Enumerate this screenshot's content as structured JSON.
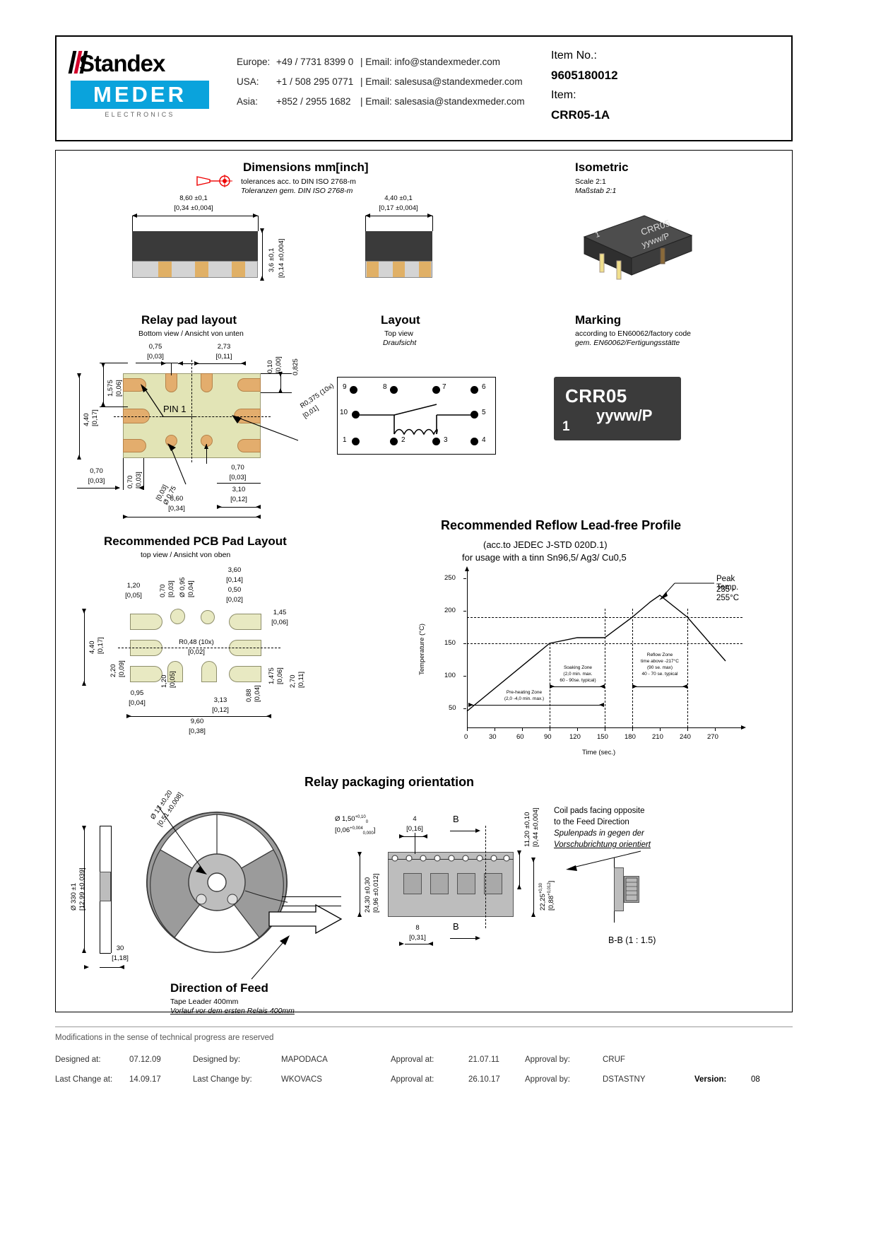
{
  "header": {
    "logo": {
      "brand_top": "Standex",
      "brand_bottom": "MEDER",
      "brand_sub": "ELECTRONICS"
    },
    "contacts": [
      {
        "region": "Europe:",
        "phone": "+49 / 7731 8399 0",
        "email": "| Email: info@standexmeder.com"
      },
      {
        "region": "USA:",
        "phone": "+1 / 508 295 0771",
        "email": "| Email: salesusa@standexmeder.com"
      },
      {
        "region": "Asia:",
        "phone": "+852 / 2955 1682",
        "email": "| Email: salesasia@standexmeder.com"
      }
    ],
    "item_no_label": "Item No.:",
    "item_no_value": "9605180012",
    "item_label": "Item:",
    "item_value": "CRR05-1A"
  },
  "dimensions": {
    "title": "Dimensions mm[inch]",
    "tolerance_en": "tolerances acc. to DIN ISO 2768-m",
    "tolerance_de": "Toleranzen gem. DIN ISO 2768-m",
    "side_view": {
      "width_mm": "8,60 ±0,1",
      "width_in": "[0,34 ±0,004]",
      "height_mm": "3,6 ±0,1",
      "height_in": "[0,14 ±0,004]"
    },
    "front_view": {
      "width_mm": "4,40 ±0,1",
      "width_in": "[0,17 ±0,004]"
    }
  },
  "isometric": {
    "title": "Isometric",
    "scale_en": "Scale 2:1",
    "scale_de": "Maßstab 2:1",
    "part_label_1": "CRR05",
    "part_label_2": "yyww/P",
    "part_label_3": "1"
  },
  "relay_pad_layout": {
    "title": "Relay pad layout",
    "subtitle": "Bottom view / Ansicht von unten",
    "pin1_label": "PIN 1",
    "dims": [
      {
        "mm": "0,75",
        "in": "[0,03]"
      },
      {
        "mm": "2,73",
        "in": "[0,11]"
      },
      {
        "mm": "0,10",
        "in": "[0,00]"
      },
      {
        "mm": "0,825",
        "in": ""
      },
      {
        "mm": "1,575",
        "in": "[0,06]"
      },
      {
        "mm": "4,40",
        "in": "[0,17]"
      },
      {
        "mm": "0,70",
        "in": "[0,03]"
      },
      {
        "mm": "0,70",
        "in": "[0,03]"
      },
      {
        "mm": "Ø 0,75",
        "in": "[0,03]"
      },
      {
        "mm": "0,70",
        "in": "[0,03]"
      },
      {
        "mm": "3,10",
        "in": "[0,12]"
      },
      {
        "mm": "8,60",
        "in": "[0,34]"
      },
      {
        "mm": "R0,375 (10x)",
        "in": "[0,01]"
      }
    ]
  },
  "layout": {
    "title": "Layout",
    "subtitle_en": "Top view",
    "subtitle_de": "Draufsicht",
    "pins_top": [
      "9",
      "8",
      "7",
      "6"
    ],
    "pins_mid": [
      "10",
      "5"
    ],
    "pins_bottom": [
      "1",
      "2",
      "3",
      "4"
    ]
  },
  "marking": {
    "title": "Marking",
    "sub_en": "according to EN60062/factory code",
    "sub_de": "gem. EN60062/Fertigungsstätte",
    "line1": "CRR05",
    "line2": "yyww/P",
    "line3": "1"
  },
  "pcb_pad_layout": {
    "title": "Recommended PCB Pad Layout",
    "subtitle": "top view / Ansicht von oben",
    "dims": [
      {
        "mm": "1,20",
        "in": "[0,05]"
      },
      {
        "mm": "0,70",
        "in": "[0,03]"
      },
      {
        "mm": "Ø 0,95",
        "in": "[0,04]"
      },
      {
        "mm": "3,60",
        "in": "[0,14]"
      },
      {
        "mm": "0,50",
        "in": "[0,02]"
      },
      {
        "mm": "1,45",
        "in": "[0,06]"
      },
      {
        "mm": "4,40",
        "in": "[0,17]"
      },
      {
        "mm": "R0,48 (10x)",
        "in": "[0,02]"
      },
      {
        "mm": "2,20",
        "in": "[0,09]"
      },
      {
        "mm": "1,20",
        "in": "[0,05]"
      },
      {
        "mm": "1,475",
        "in": "[0,06]"
      },
      {
        "mm": "2,70",
        "in": "[0,11]"
      },
      {
        "mm": "0,95",
        "in": "[0,04]"
      },
      {
        "mm": "3,13",
        "in": "[0,12]"
      },
      {
        "mm": "0,88",
        "in": "[0,04]"
      },
      {
        "mm": "9,60",
        "in": "[0,38]"
      }
    ]
  },
  "chart_data": {
    "type": "line",
    "title": "Recommended Reflow Lead-free Profile",
    "subtitle_1": "(acc.to JEDEC J-STD 020D.1)",
    "subtitle_2": "for usage with a tinn Sn96,5/ Ag3/ Cu0,5",
    "xlabel": "Time (sec.)",
    "ylabel": "Temperature (°C)",
    "xlim": [
      0,
      285
    ],
    "ylim": [
      25,
      260
    ],
    "xticks": [
      "0",
      "30",
      "60",
      "90",
      "120",
      "150",
      "180",
      "210",
      "240",
      "270"
    ],
    "yticks": [
      "50",
      "100",
      "150",
      "200",
      "250"
    ],
    "grid": false,
    "legend": "none",
    "series": [
      {
        "name": "Reflow profile",
        "x": [
          0,
          90,
          150,
          182,
          210,
          240,
          275
        ],
        "y": [
          25,
          150,
          158,
          217,
          235,
          190,
          120
        ]
      }
    ],
    "reference_lines": [
      {
        "value": 150,
        "style": "dashed"
      },
      {
        "value": 190,
        "style": "dashed"
      }
    ],
    "annotations": [
      {
        "text": "Peak Temp.",
        "text2": "235 - 255°C"
      },
      {
        "text": "Soaking Zone",
        "text2": "(2,0 min. max.",
        "text3": "60 - 90se. typical)"
      },
      {
        "text": "Reflow Zone",
        "text2": "time above -217°C",
        "text3": "(90 se. max)",
        "text4": "40 - 70 se. typical"
      },
      {
        "text": "Pre-heating Zone",
        "text2": "(2,0 -4,0 min. max.)"
      }
    ]
  },
  "packaging": {
    "title": "Relay packaging orientation",
    "reel_dims": [
      {
        "mm": "Ø 13 ±0,20",
        "in": "[0,51 ±0,008]"
      },
      {
        "mm": "Ø 330 ±1",
        "in": "[12,99 ±0,039]"
      },
      {
        "mm": "30",
        "in": "[1,18]"
      }
    ],
    "tape_dims": [
      {
        "mm": "Ø 1,50",
        "sup": "+0,10",
        "sub": "0",
        "in": "[0,06",
        "in_sup": "+0,004",
        "in_sub": "0,000"
      },
      {
        "mm": "4",
        "in": "[0,16]"
      },
      {
        "mm": "11,20 ±0,10",
        "in": "[0,44 ±0,004]"
      },
      {
        "mm": "24,30 ±0,30",
        "in": "[0,96 ±0,012]"
      },
      {
        "mm": "22,25",
        "sup": "+0,30",
        "sub": "0",
        "in": "[0,88",
        "in_sup": "+0,012",
        "in_sub": "0,000"
      },
      {
        "mm": "8",
        "in": "[0,31]"
      }
    ],
    "section_marks": [
      "B",
      "B"
    ],
    "section_view_label": "B-B (1 : 1.5)",
    "note_en_1": "Coil pads facing opposite",
    "note_en_2": "to the Feed Direction",
    "note_de_1": "Spulenpads in gegen der",
    "note_de_2": "Vorschubrichtung orientiert",
    "feed_title": "Direction of Feed",
    "feed_sub_en": "Tape Leader 400mm",
    "feed_sub_de": "Vorlauf vor dem ersten Relais 400mm"
  },
  "footer": {
    "note": "Modifications in the sense of technical progress are reserved",
    "rows": [
      {
        "c1_label": "Designed at:",
        "c1_value": "07.12.09",
        "c2_label": "Designed by:",
        "c2_value": "MAPODACA",
        "c3_label": "Approval at:",
        "c3_value": "21.07.11",
        "c4_label": "Approval by:",
        "c4_value": "CRUF",
        "c5_label": "",
        "c5_value": ""
      },
      {
        "c1_label": "Last Change at:",
        "c1_value": "14.09.17",
        "c2_label": "Last Change by:",
        "c2_value": "WKOVACS",
        "c3_label": "Approval at:",
        "c3_value": "26.10.17",
        "c4_label": "Approval by:",
        "c4_value": "DSTASTNY",
        "c5_label": "Version:",
        "c5_value": "08"
      }
    ]
  }
}
